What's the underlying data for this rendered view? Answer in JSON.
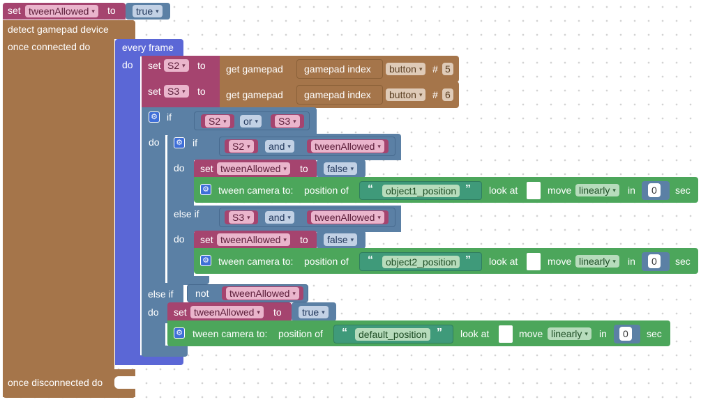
{
  "blocks": {
    "set_top": {
      "set": "set",
      "var": "tweenAllowed",
      "to": "to",
      "value": "true"
    },
    "detect": {
      "label": "detect gamepad device",
      "connected": "once connected do",
      "disconnected": "once disconnected do"
    },
    "every_frame": {
      "label": "every frame",
      "do": "do"
    },
    "set_s2": {
      "set": "set",
      "var": "S2",
      "to": "to",
      "get": "get gamepad",
      "index": "gamepad index",
      "button": "button",
      "hash": "#",
      "num": "5"
    },
    "set_s3": {
      "set": "set",
      "var": "S3",
      "to": "to",
      "get": "get gamepad",
      "index": "gamepad index",
      "button": "button",
      "hash": "#",
      "num": "6"
    },
    "if_outer": {
      "if": "if",
      "do": "do",
      "else_if": "else if",
      "cond_a": "S2",
      "cond_op": "or",
      "cond_b": "S3",
      "not": "not",
      "not_var": "tweenAllowed"
    },
    "if_inner": {
      "if": "if",
      "do": "do",
      "else_if": "else if",
      "c1_a": "S2",
      "c1_op": "and",
      "c1_b": "tweenAllowed",
      "c2_a": "S3",
      "c2_op": "and",
      "c2_b": "tweenAllowed"
    },
    "set_false_1": {
      "set": "set",
      "var": "tweenAllowed",
      "to": "to",
      "value": "false"
    },
    "tween_1": {
      "label": "tween camera to:",
      "pos": "position of",
      "str": "object1_position",
      "look": "look at",
      "move": "move",
      "mode": "linearly",
      "in": "in",
      "num": "0",
      "sec": "sec"
    },
    "set_false_2": {
      "set": "set",
      "var": "tweenAllowed",
      "to": "to",
      "value": "false"
    },
    "tween_2": {
      "label": "tween camera to:",
      "pos": "position of",
      "str": "object2_position",
      "look": "look at",
      "move": "move",
      "mode": "linearly",
      "in": "in",
      "num": "0",
      "sec": "sec"
    },
    "set_true_2": {
      "set": "set",
      "var": "tweenAllowed",
      "to": "to",
      "value": "true"
    },
    "tween_3": {
      "label": "tween camera to:",
      "pos": "position of",
      "str": "default_position",
      "look": "look at",
      "move": "move",
      "mode": "linearly",
      "in": "in",
      "num": "0",
      "sec": "sec"
    }
  },
  "icons": {
    "dropdown": "▾",
    "gear": "⚙",
    "quote_open": "“",
    "quote_close": "”"
  },
  "colors": {
    "event": "#a5754a",
    "variable": "#a5446f",
    "logic": "#5b80a5",
    "loop": "#5b67d6",
    "camera": "#4ca65b",
    "text": "#3f9a7a"
  }
}
